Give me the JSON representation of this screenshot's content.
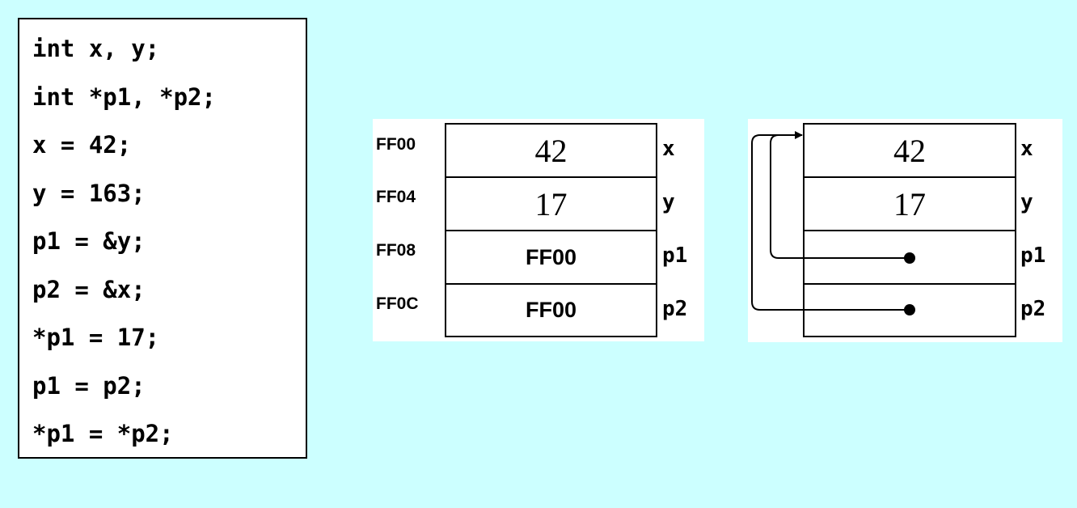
{
  "code": {
    "lines": [
      "int x, y;",
      "int *p1, *p2;",
      "x = 42;",
      "y = 163;",
      "p1 = &y;",
      "p2 = &x;",
      "*p1 = 17;",
      "p1 = p2;",
      "*p1 = *p2;"
    ]
  },
  "memory_addresses": {
    "rows": [
      {
        "address": "FF00",
        "value": "42",
        "var": "x"
      },
      {
        "address": "FF04",
        "value": "17",
        "var": "y"
      },
      {
        "address": "FF08",
        "value": "FF00",
        "var": "p1"
      },
      {
        "address": "FF0C",
        "value": "FF00",
        "var": "p2"
      }
    ]
  },
  "memory_pointers": {
    "rows": [
      {
        "value": "42",
        "var": "x"
      },
      {
        "value": "17",
        "var": "y"
      },
      {
        "value": "",
        "var": "p1",
        "points_to": "x"
      },
      {
        "value": "",
        "var": "p2",
        "points_to": "x"
      }
    ]
  },
  "colors": {
    "background": "#CCFFFF",
    "panel": "#FFFFFF",
    "ink": "#000000"
  }
}
